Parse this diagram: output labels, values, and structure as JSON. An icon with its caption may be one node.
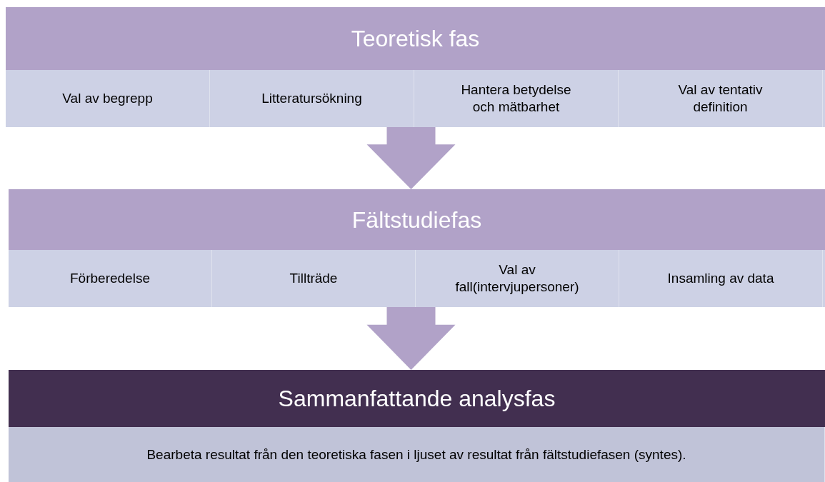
{
  "diagram": {
    "nodes": [
      {
        "text": [
          "Teoretisk fas"
        ]
      },
      {
        "text": [
          "Val av begrepp"
        ],
        "in": 0
      },
      {
        "text": [
          "Litteratursökning"
        ],
        "in": 0
      },
      {
        "text": [
          "Hantera betydelse och mätbarhet"
        ],
        "in": 0
      },
      {
        "text": [
          "Val av tentativ definition"
        ],
        "in": 0
      },
      {
        "text": [
          "Fältstudiefas"
        ]
      },
      {
        "text": [
          "Förberedelse"
        ],
        "in": 5
      },
      {
        "text": [
          "Tillträde"
        ],
        "in": 5
      },
      {
        "text": [
          "Val av fall(intervjupersoner)"
        ],
        "in": 5
      },
      {
        "text": [
          "Insamling av data"
        ],
        "in": 5
      },
      {
        "text": [
          "Sammanfattande analysfas"
        ]
      },
      {
        "text": [
          "Bearbeta resultat från den teoretiska fasen i ljuset av resultat från fältstudiefasen (syntes)."
        ],
        "in": 10
      }
    ],
    "edges": [
      {
        "from": 0,
        "to": 5,
        "arrow": "to"
      },
      {
        "from": 5,
        "to": 10,
        "arrow": "to"
      }
    ]
  }
}
